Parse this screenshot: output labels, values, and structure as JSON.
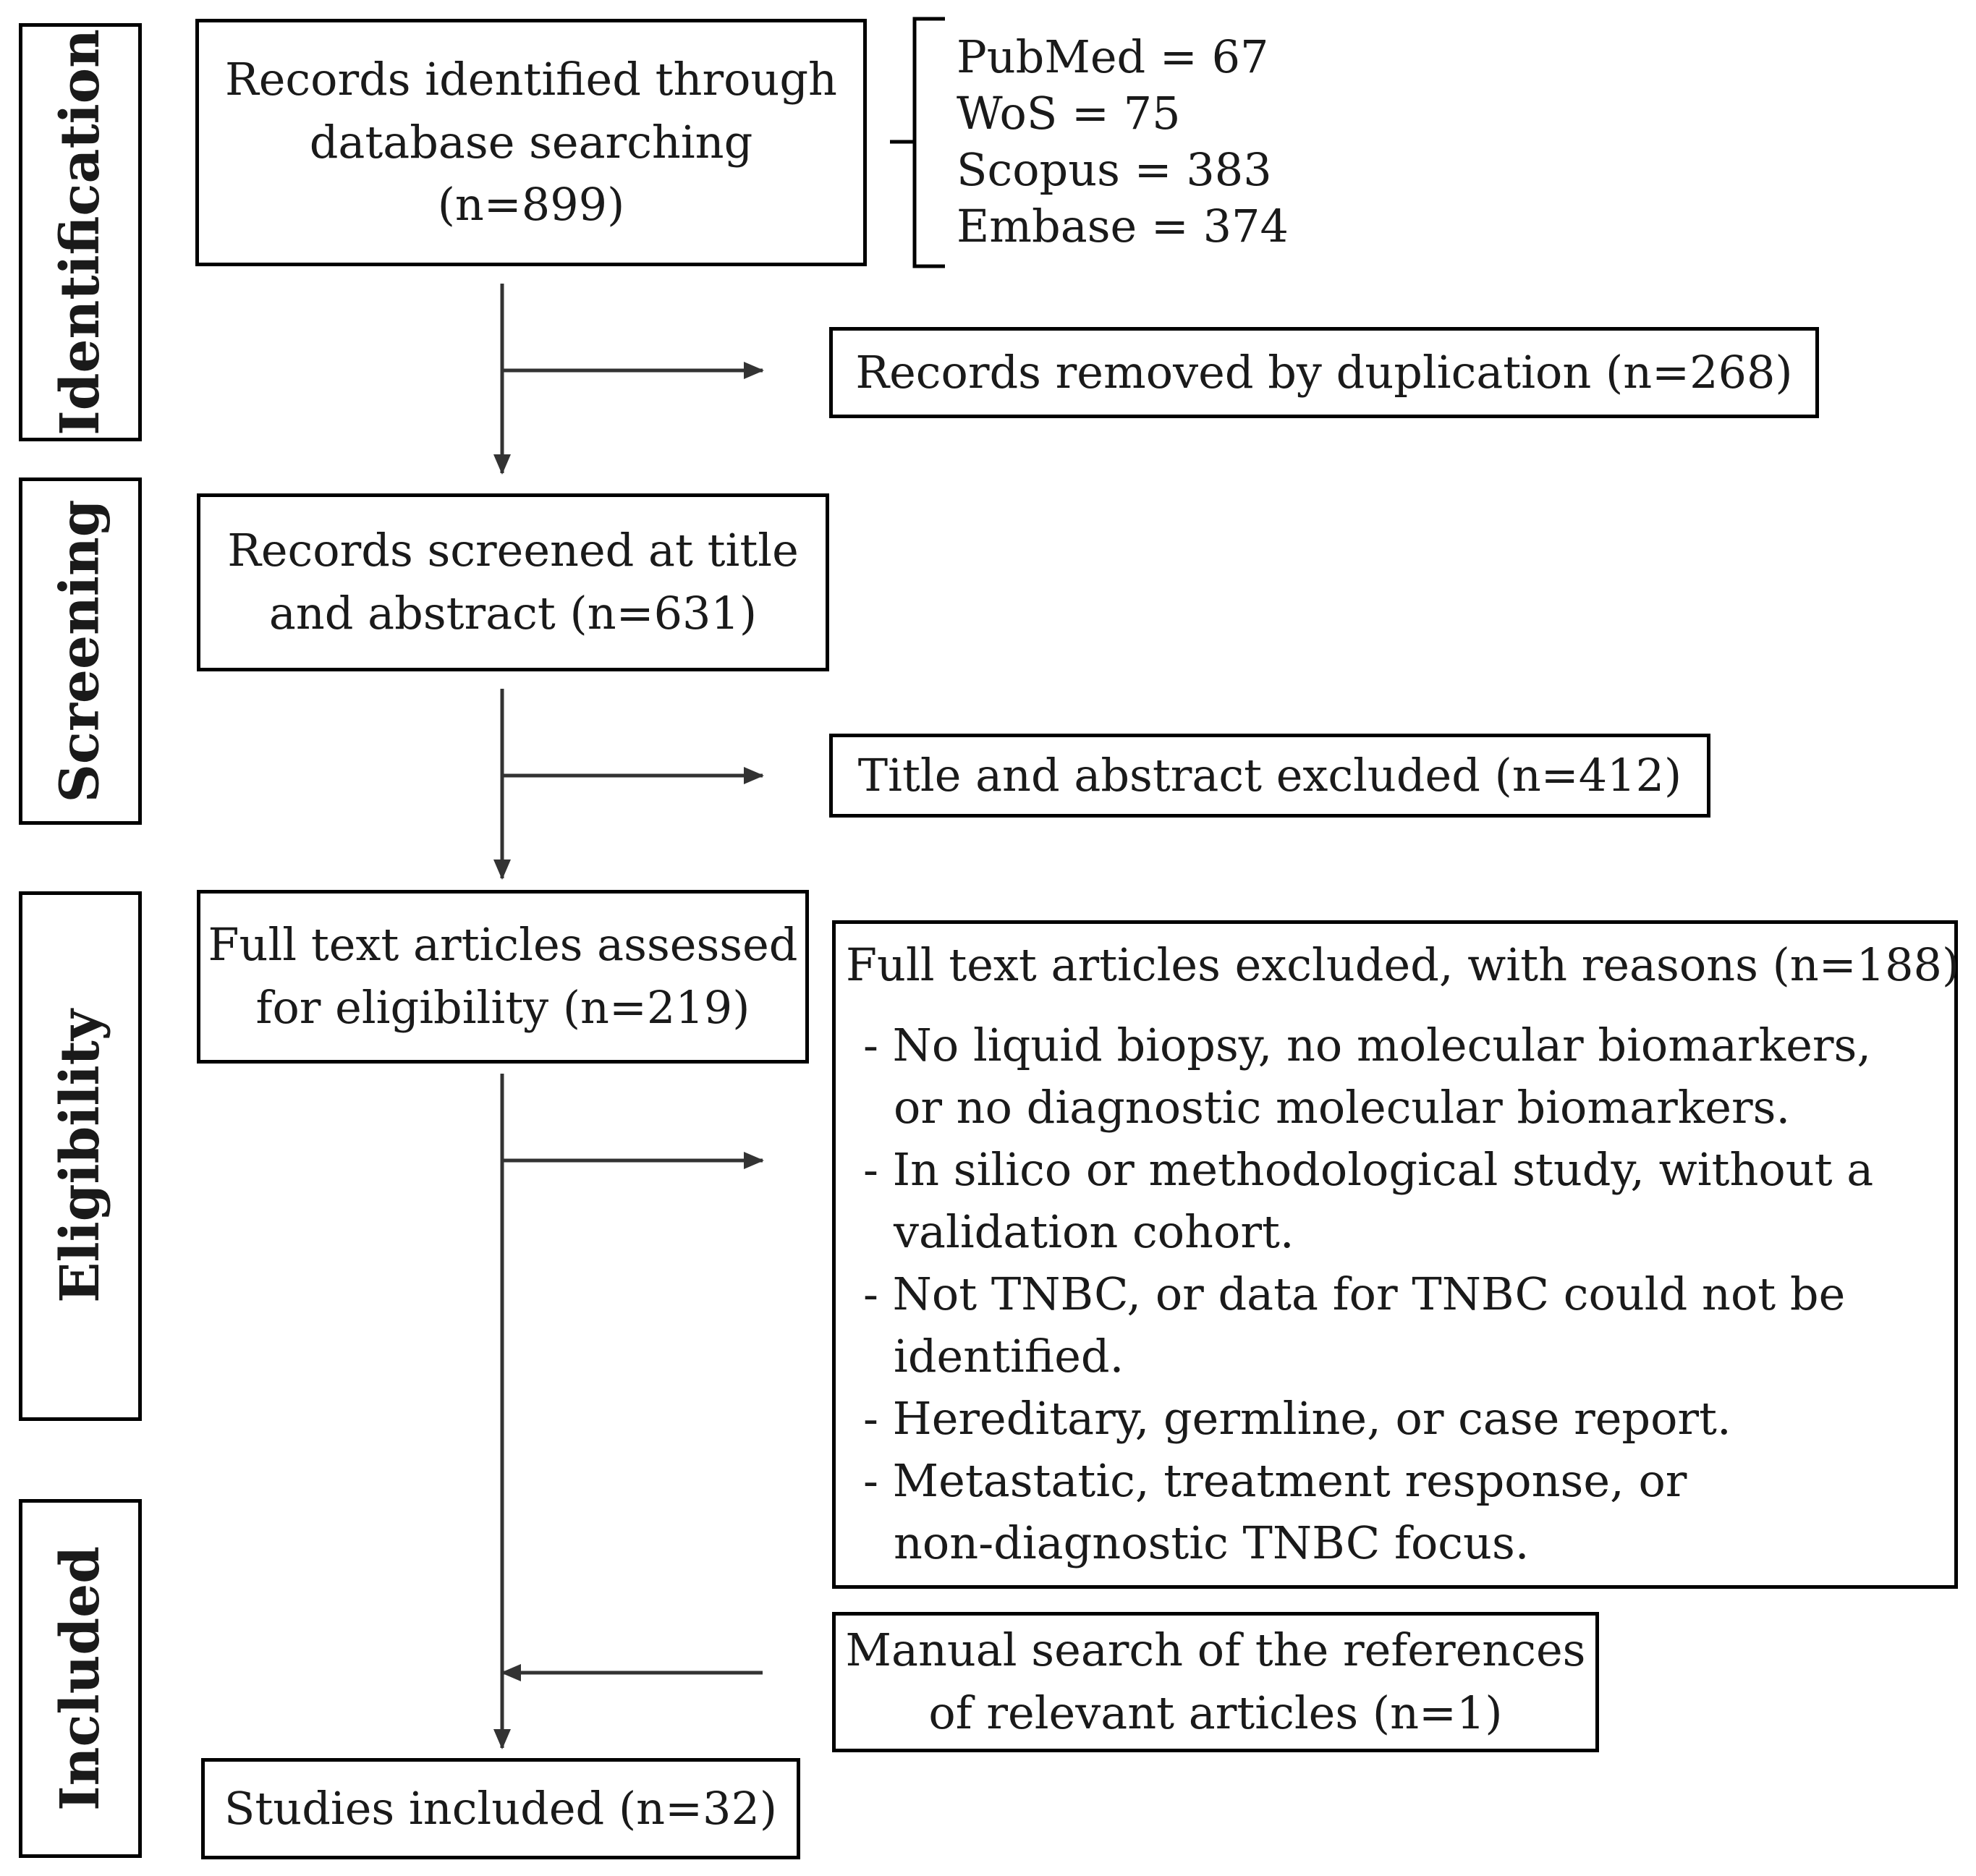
{
  "phases": {
    "identification": "Identification",
    "screening": "Screening",
    "eligibility": "Eligibility",
    "included": "Included"
  },
  "boxes": {
    "records_identified": {
      "lines": [
        "Records identified through",
        "database searching",
        "(n=899)"
      ]
    },
    "duplicates_removed": {
      "lines": [
        "Records removed by duplication (n=268)"
      ]
    },
    "screened": {
      "lines": [
        "Records screened at title",
        "and abstract (n=631)"
      ]
    },
    "ta_excluded": {
      "lines": [
        "Title and abstract excluded (n=412)"
      ]
    },
    "fulltext_assessed": {
      "lines": [
        "Full text articles assessed",
        "for eligibility (n=219)"
      ]
    },
    "fulltext_excluded": {
      "header": "Full text articles excluded, with reasons (n=188)",
      "reasons": [
        "- No liquid biopsy, no molecular biomarkers, or no diagnostic molecular biomarkers.",
        "- In silico or methodological study, without a validation cohort.",
        "- Not TNBC, or data for TNBC could not be identified.",
        "- Hereditary, germline, or case report.",
        "- Metastatic, treatment response, or non-diagnostic TNBC focus."
      ]
    },
    "manual_search": {
      "lines": [
        "Manual search of the references",
        "of relevant articles (n=1)"
      ]
    },
    "studies_included": {
      "lines": [
        "Studies included (n=32)"
      ]
    }
  },
  "sources": [
    "PubMed = 67",
    "WoS = 75",
    "Scopus = 383",
    "Embase = 374"
  ],
  "colors": {
    "line": "#000000",
    "arrow": "#333333",
    "text": "#1a1a1a"
  }
}
